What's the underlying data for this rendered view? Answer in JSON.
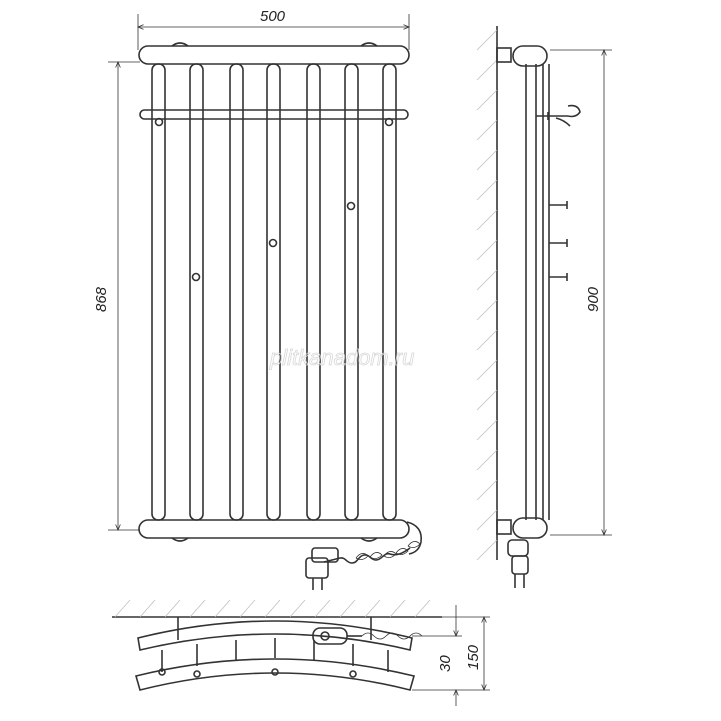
{
  "dimensions": {
    "width_top": "500",
    "height_left": "868",
    "height_right": "900",
    "depth_small": "30",
    "depth_large": "150"
  },
  "watermark": "plitkanadom.ru"
}
